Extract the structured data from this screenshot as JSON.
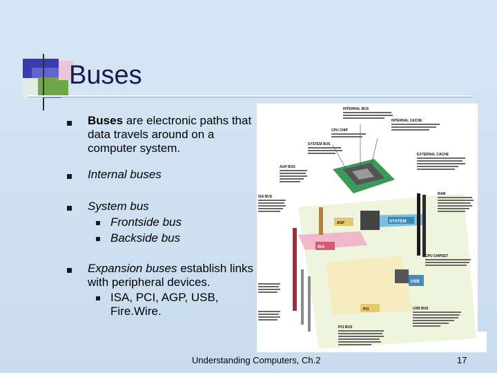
{
  "slide": {
    "title": "Buses",
    "bullets": {
      "b1_bold": "Buses",
      "b1_rest": " are electronic paths that data travels around on a computer system.",
      "b2": "Internal buses",
      "b3": "System bus",
      "b3_sub1": "Frontside bus",
      "b3_sub2": "Backside bus",
      "b4_ital": "Expansion buses",
      "b4_rest": " establish links with peripheral devices.",
      "b4_sub1": "ISA, PCI, AGP, USB, Fire.Wire."
    },
    "footer": "Understanding Computers, Ch.2",
    "page_number": "17"
  },
  "diagram": {
    "labels": {
      "internal_bus": "INTERNAL BUS",
      "internal_cache": "INTERNAL CACHE",
      "cpu_chip": "CPU CHIP",
      "system_bus": "SYSTEM BUS",
      "external_cache": "EXTERNAL CACHE",
      "agp_bus": "AGP BUS",
      "isa_bus": "ISA BUS",
      "ram": "RAM",
      "agp": "AGP",
      "system": "SYSTEM",
      "isa": "ISA",
      "usb": "USB",
      "pci": "PCI",
      "usb_bus": "USB BUS",
      "pci_bus": "PCI BUS",
      "cpu_chipset": "CPU CHIPSET"
    },
    "colors": {
      "agp": "#e8c66a",
      "system": "#5aa0c8",
      "isa": "#f0b8c8",
      "pci": "#f2e8b0",
      "usb": "#7ab8d8",
      "board": "#d8e8a8"
    }
  }
}
